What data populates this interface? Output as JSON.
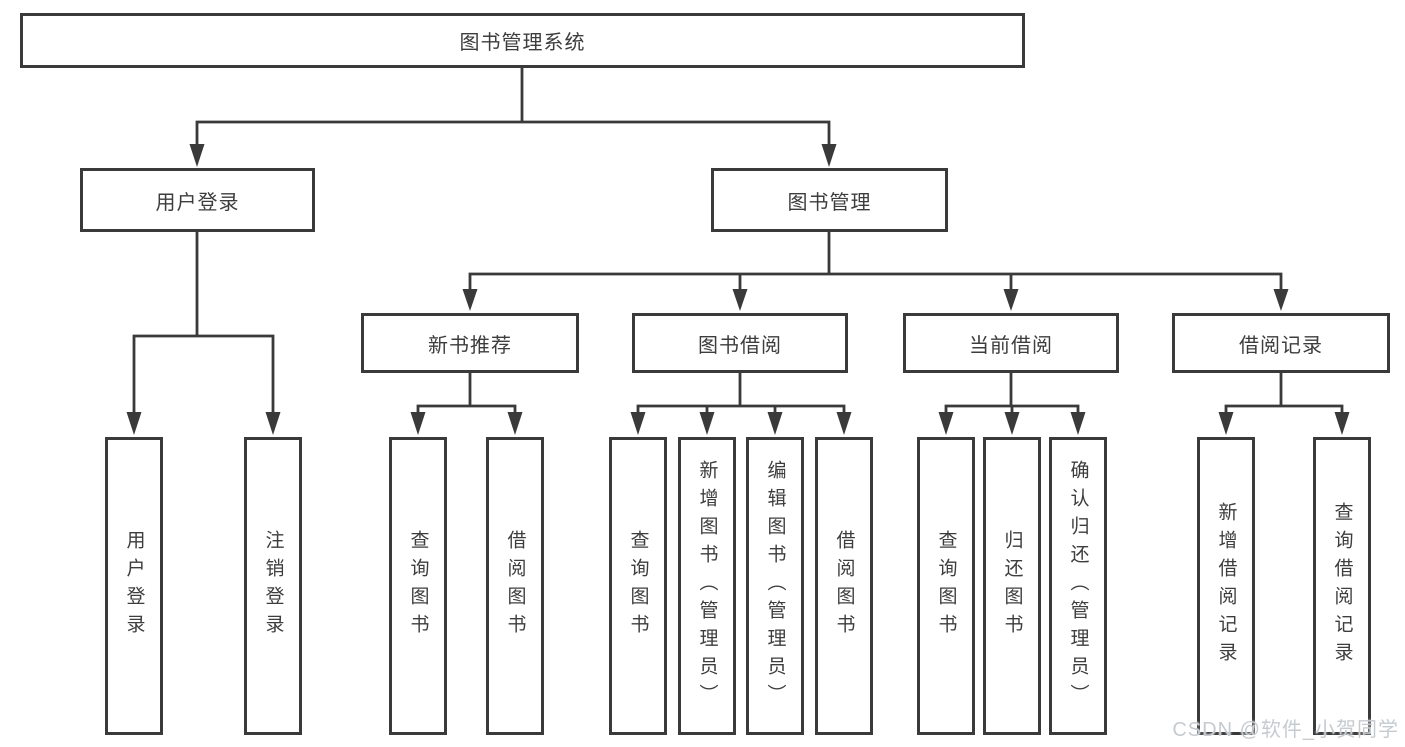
{
  "diagram_title": "图书管理系统",
  "nodes": {
    "root": "图书管理系统",
    "user_login": "用户登录",
    "book_management": "图书管理",
    "new_book_recommend": "新书推荐",
    "book_borrow": "图书借阅",
    "current_borrow": "当前借阅",
    "borrow_records": "借阅记录",
    "leaf_user_login": "用户登录",
    "leaf_logout": "注销登录",
    "nb_query_books": "查询图书",
    "nb_borrow_books": "借阅图书",
    "bb_query_books": "查询图书",
    "bb_add_books": "新增图书（管理员）",
    "bb_edit_books": "编辑图书（管理员）",
    "bb_borrow_books": "借阅图书",
    "cb_query_books": "查询图书",
    "cb_return_books": "归还图书",
    "cb_confirm_return": "确认归还（管理员）",
    "br_add_record": "新增借阅记录",
    "br_query_record": "查询借阅记录"
  },
  "structure": {
    "label": "图书管理系统",
    "children": [
      {
        "label": "用户登录",
        "children": [
          {
            "label": "用户登录"
          },
          {
            "label": "注销登录"
          }
        ]
      },
      {
        "label": "图书管理",
        "children": [
          {
            "label": "新书推荐",
            "children": [
              {
                "label": "查询图书"
              },
              {
                "label": "借阅图书"
              }
            ]
          },
          {
            "label": "图书借阅",
            "children": [
              {
                "label": "查询图书"
              },
              {
                "label": "新增图书（管理员）"
              },
              {
                "label": "编辑图书（管理员）"
              },
              {
                "label": "借阅图书"
              }
            ]
          },
          {
            "label": "当前借阅",
            "children": [
              {
                "label": "查询图书"
              },
              {
                "label": "归还图书"
              },
              {
                "label": "确认归还（管理员）"
              }
            ]
          },
          {
            "label": "借阅记录",
            "children": [
              {
                "label": "新增借阅记录"
              },
              {
                "label": "查询借阅记录"
              }
            ]
          }
        ]
      }
    ]
  },
  "watermark": {
    "text": "CSDN @软件_小贺同学"
  },
  "colors": {
    "line": "#3a3a3a",
    "box_border": "#3a3a3a",
    "text": "#3d3d3d",
    "background": "#ffffff",
    "watermark": "#c5cbd0"
  }
}
